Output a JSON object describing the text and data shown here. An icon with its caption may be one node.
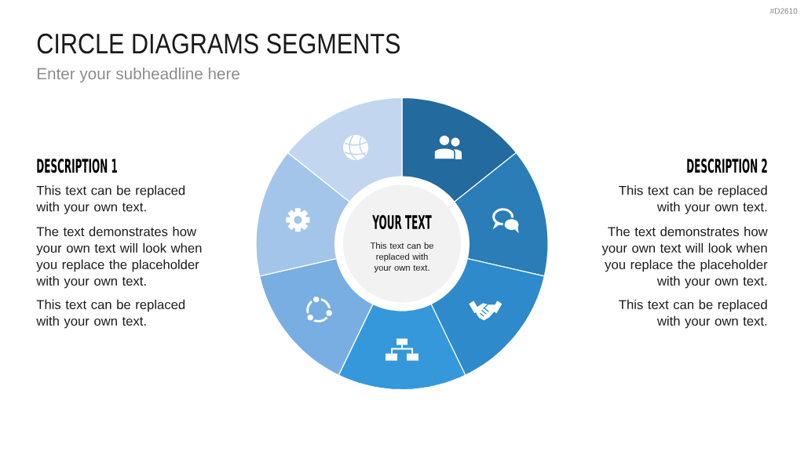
{
  "diagram": {
    "title": "CIRCLE DIAGRAMS SEGMENTS",
    "nodes": [
      {
        "text": [
          "YOUR TEXT",
          "This text can be replaced with your own text."
        ]
      }
    ],
    "labels": [
      "#D2610",
      "Enter your subheadline here",
      "DESCRIPTION 1",
      "This text can be replaced with your own text.",
      "The text demonstrates how your own text will look when you replace the placeholder with your own text.",
      "This text can be replaced with your own text.",
      "DESCRIPTION 2",
      "This text can be replaced with your own text.",
      "The text demonstrates how your own text will look when you replace the placeholder with your own text.",
      "This text can be replaced with your own text."
    ]
  }
}
